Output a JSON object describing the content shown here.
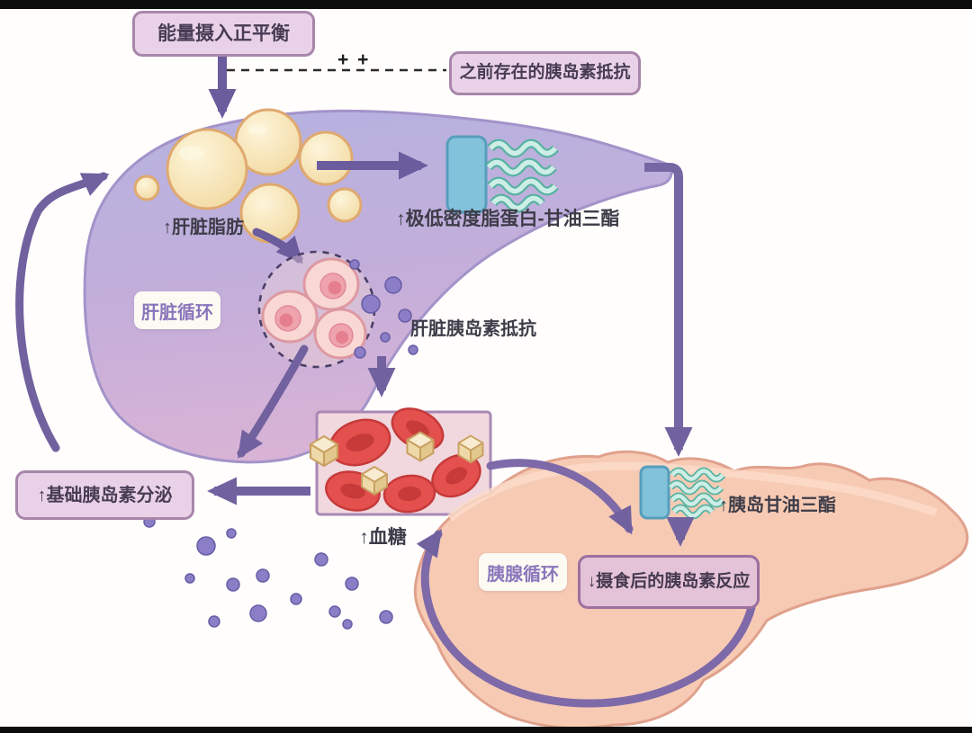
{
  "diagram": {
    "top_flow": {
      "energy_balance": "能量摄入正平衡",
      "synergy_marks": "+ +",
      "preexisting_insulin_resistance": "之前存在的胰岛素抵抗"
    },
    "liver_section": {
      "cycle_label": "肝脏循环",
      "liver_fat": "↑肝脏脂肪",
      "vldl_triglyceride": "↑极低密度脂蛋白-甘油三酯",
      "hepatic_insulin_resistance": "肝脏胰岛素抵抗",
      "basal_insulin_secretion": "↑基础胰岛素分泌"
    },
    "blood_section": {
      "blood_glucose": "↑血糖"
    },
    "pancreas_section": {
      "cycle_label": "胰腺循环",
      "islet_triglyceride": "↑胰岛甘油三酯",
      "postprandial_insulin_response": "↓摄食后的胰岛素反应"
    },
    "icons": {
      "fat_droplets": "fat-droplet-cluster-icon",
      "hepatocytes": "hepatocyte-cluster-icon",
      "vldl_particle": "vldl-wave-icon",
      "islet_particle": "islet-wave-icon",
      "blood_cells": "red-blood-cells-sugar-icon",
      "insulin_dots": "insulin-dots-icon"
    },
    "colors": {
      "box_fill": "#e9d2e7",
      "box_border": "#a886ab",
      "rose_box_fill": "#e4c2d7",
      "arrow": "#71619f",
      "liver_top": "#b5b2e0",
      "liver_bottom": "#d8b3d5",
      "pancreas": "#f7cab4",
      "teal_rect": "#82c2da",
      "wave": "#cdeee6",
      "rbc": "#e4504e",
      "fat": "#f6e3b7",
      "dot": "#8b7ec6",
      "frame_bar": "#0c0c0c"
    }
  }
}
